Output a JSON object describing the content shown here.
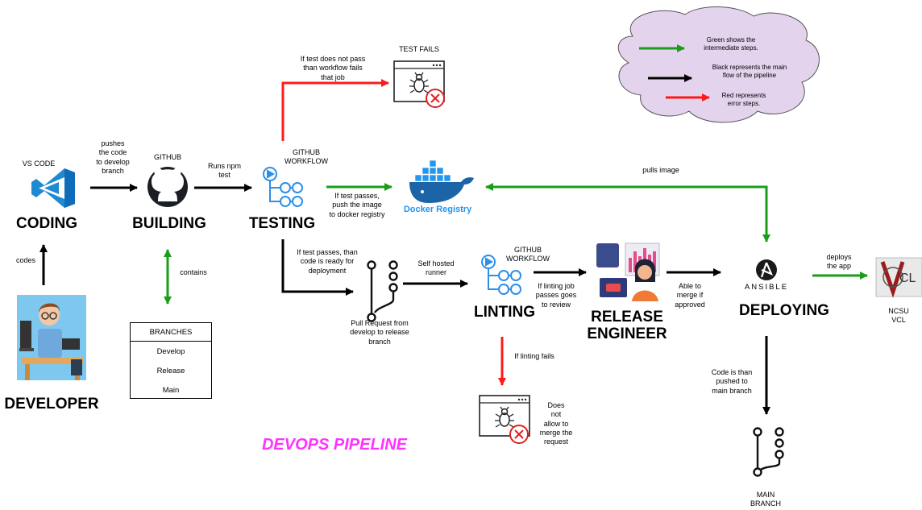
{
  "title": "DEVOPS PIPELINE",
  "stages": {
    "coding": "CODING",
    "building": "BUILDING",
    "testing": "TESTING",
    "linting": "LINTING",
    "release_engineer": "RELEASE\nENGINEER",
    "deploying": "DEPLOYING",
    "developer": "DEVELOPER"
  },
  "icon_labels": {
    "vscode": "VS CODE",
    "github": "GITHUB",
    "github_workflow_test": "GITHUB\nWORKFLOW",
    "github_workflow_lint": "GITHUB\nWORKFLOW",
    "test_fails": "TEST FAILS",
    "docker_registry": "Docker Registry",
    "pull_request": "Pull Request from\ndevelop to release\nbranch",
    "ansible": "ANSIBLE",
    "ncsu_vcl": "NCSU\nVCL",
    "main_branch": "MAIN\nBRANCH",
    "vcl_logo": "CL"
  },
  "edge_labels": {
    "codes": "codes",
    "pushes": "pushes\nthe code\nto develop\nbranch",
    "runs_npm": "Runs npm\ntest",
    "contains": "contains",
    "test_not_pass": "If test does not pass\nthan workflow fails\nthat job",
    "push_docker": "If test passes,\npush the image\nto docker registry",
    "ready_deploy": "If test passes, than\ncode is ready for\ndeployment",
    "self_hosted": "Self hosted\nrunner",
    "lint_passes": "If linting job\npasses goes\nto review",
    "lint_fails": "If linting fails",
    "not_allow": "Does\nnot\nallow to\nmerge the\nrequest",
    "able_merge": "Able to\nmerge if\napproved",
    "pulls_image": "pulls image",
    "deploys": "deploys\nthe app",
    "pushed_main": "Code is than\npushed to\nmain branch"
  },
  "branches": {
    "header": "BRANCHES",
    "items": [
      "Develop",
      "Release",
      "Main"
    ]
  },
  "legend": {
    "items": [
      {
        "color": "#1a9e1a",
        "text": "Green shows the\nintermediate steps."
      },
      {
        "color": "#000000",
        "text": "Black represents the main\nflow of the pipeline"
      },
      {
        "color": "#ff1a1a",
        "text": "Red represents\nerror steps."
      }
    ]
  },
  "colors": {
    "green": "#1a9e1a",
    "black": "#000000",
    "red": "#ff1a1a",
    "accent_blue": "#2d8fe8",
    "cloud_fill": "#e3d3ec",
    "title_pink": "#ff33ff"
  }
}
